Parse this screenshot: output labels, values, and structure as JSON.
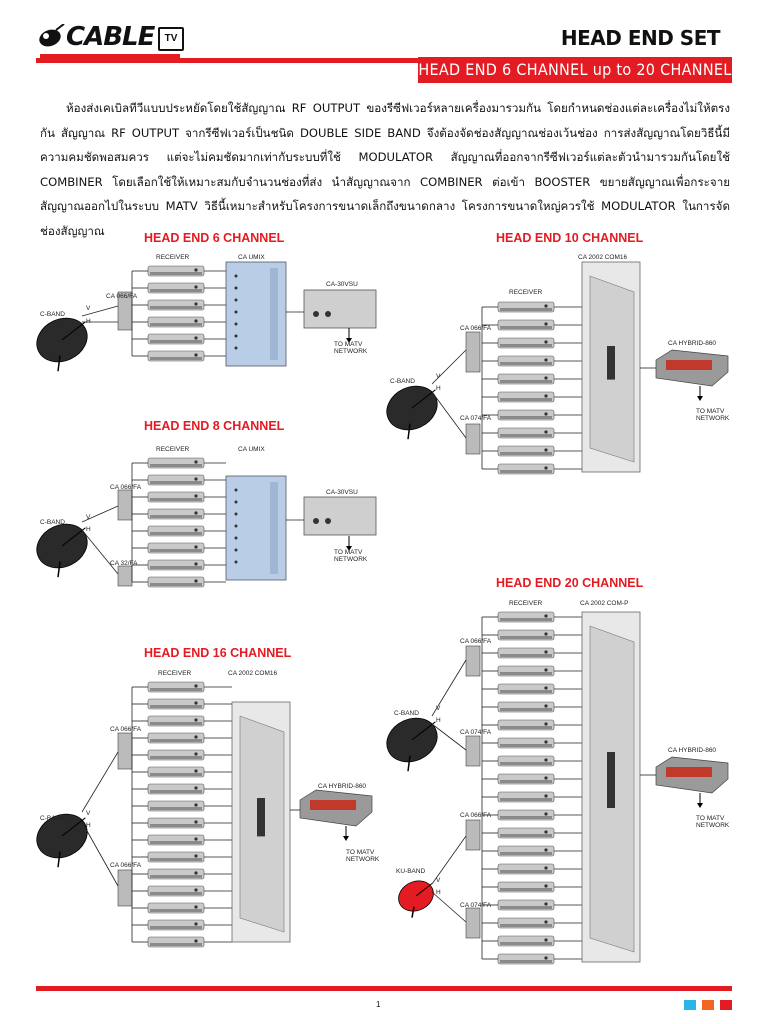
{
  "header": {
    "brand": "CABLE",
    "brand_badge": "TV",
    "page_title": "HEAD END SET",
    "banner": "HEAD END 6 CHANNEL up to 20 CHANNEL"
  },
  "intro_text": "ห้องส่งเคเบิลทีวีแบบประหยัดโดยใช้สัญญาณ RF OUTPUT ของรีซีฟเวอร์หลายเครื่องมารวมกัน โดยกำหนดช่องแต่ละเครื่องไม่ให้ตรงกัน สัญญาณ RF OUTPUT จากรีซีฟเวอร์เป็นชนิด DOUBLE SIDE BAND จึงต้องจัดช่องสัญญาณช่องเว้นช่อง การส่งสัญญาณโดยวิธีนี้มีความคมชัดพอสมควร แต่จะไม่คมชัดมากเท่ากับระบบที่ใช้ MODULATOR สัญญาณที่ออกจากรีซีฟเวอร์แต่ละตัวนำมารวมกันโดยใช้ COMBINER โดยเลือกใช้ให้เหมาะสมกับจำนวนช่องที่ส่ง นำสัญญาณจาก COMBINER ต่อเข้า BOOSTER ขยายสัญญาณเพื่อกระจายสัญญาณออกไปในระบบ MATV วิธีนี้เหมาะสำหรับโครงการขนาดเล็กถึงขนาดกลาง โครงการขนาดใหญ่ควรใช้ MODULATOR ในการจัดช่องสัญญาณ",
  "sections": {
    "he6": "HEAD END 6 CHANNEL",
    "he8": "HEAD END 8 CHANNEL",
    "he10": "HEAD END 10 CHANNEL",
    "he16": "HEAD END 16 CHANNEL",
    "he20": "HEAD END 20 CHANNEL"
  },
  "labels": {
    "receiver": "RECEIVER",
    "ca_umix": "CA UMIX",
    "ca_30vsu": "CA-30VSU",
    "ca_066fa": "CA 066/FA",
    "ca_074fa": "CA 074/FA",
    "ca_32fa": "CA 32/FA",
    "ca_2002_com16": "CA 2002 COM16",
    "ca_2002_comp": "CA 2002 COM-P",
    "ca_hybrid_860": "CA HYBRID-860",
    "c_band": "C-BAND",
    "ku_band": "KU-BAND",
    "v": "V",
    "h": "H",
    "to_matv": "TO MATV",
    "network": "NETWORK"
  },
  "footer": {
    "page_number": "1",
    "accent_colors": [
      "#29b6e6",
      "#f26522",
      "#e31b23"
    ]
  },
  "colors": {
    "brand_red": "#e31b23"
  }
}
